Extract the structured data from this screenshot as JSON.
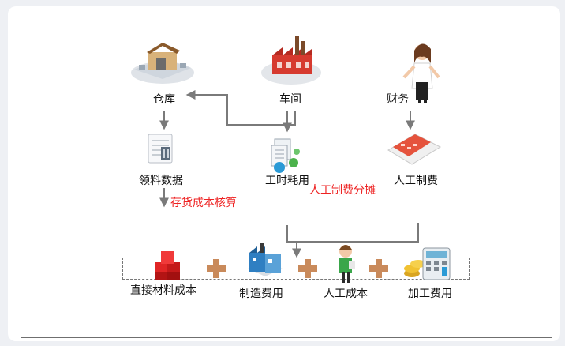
{
  "nodes": {
    "warehouse": "仓库",
    "workshop": "车间",
    "finance": "财务",
    "material_data": "领料数据",
    "labor_hours": "工时耗用",
    "labor_fee": "人工制费",
    "inventory_costing": "存货成本核算",
    "labor_overhead_allocation": "人工制费分摊"
  },
  "cost_items": {
    "direct_material": "直接材料成本",
    "manufacturing_expense": "制造费用",
    "labor_cost": "人工成本",
    "processing_fee": "加工费用"
  },
  "colors": {
    "arrow": "#7a7a7a",
    "highlight_text": "#ee2222",
    "plus_sign": "#c98a5b"
  }
}
